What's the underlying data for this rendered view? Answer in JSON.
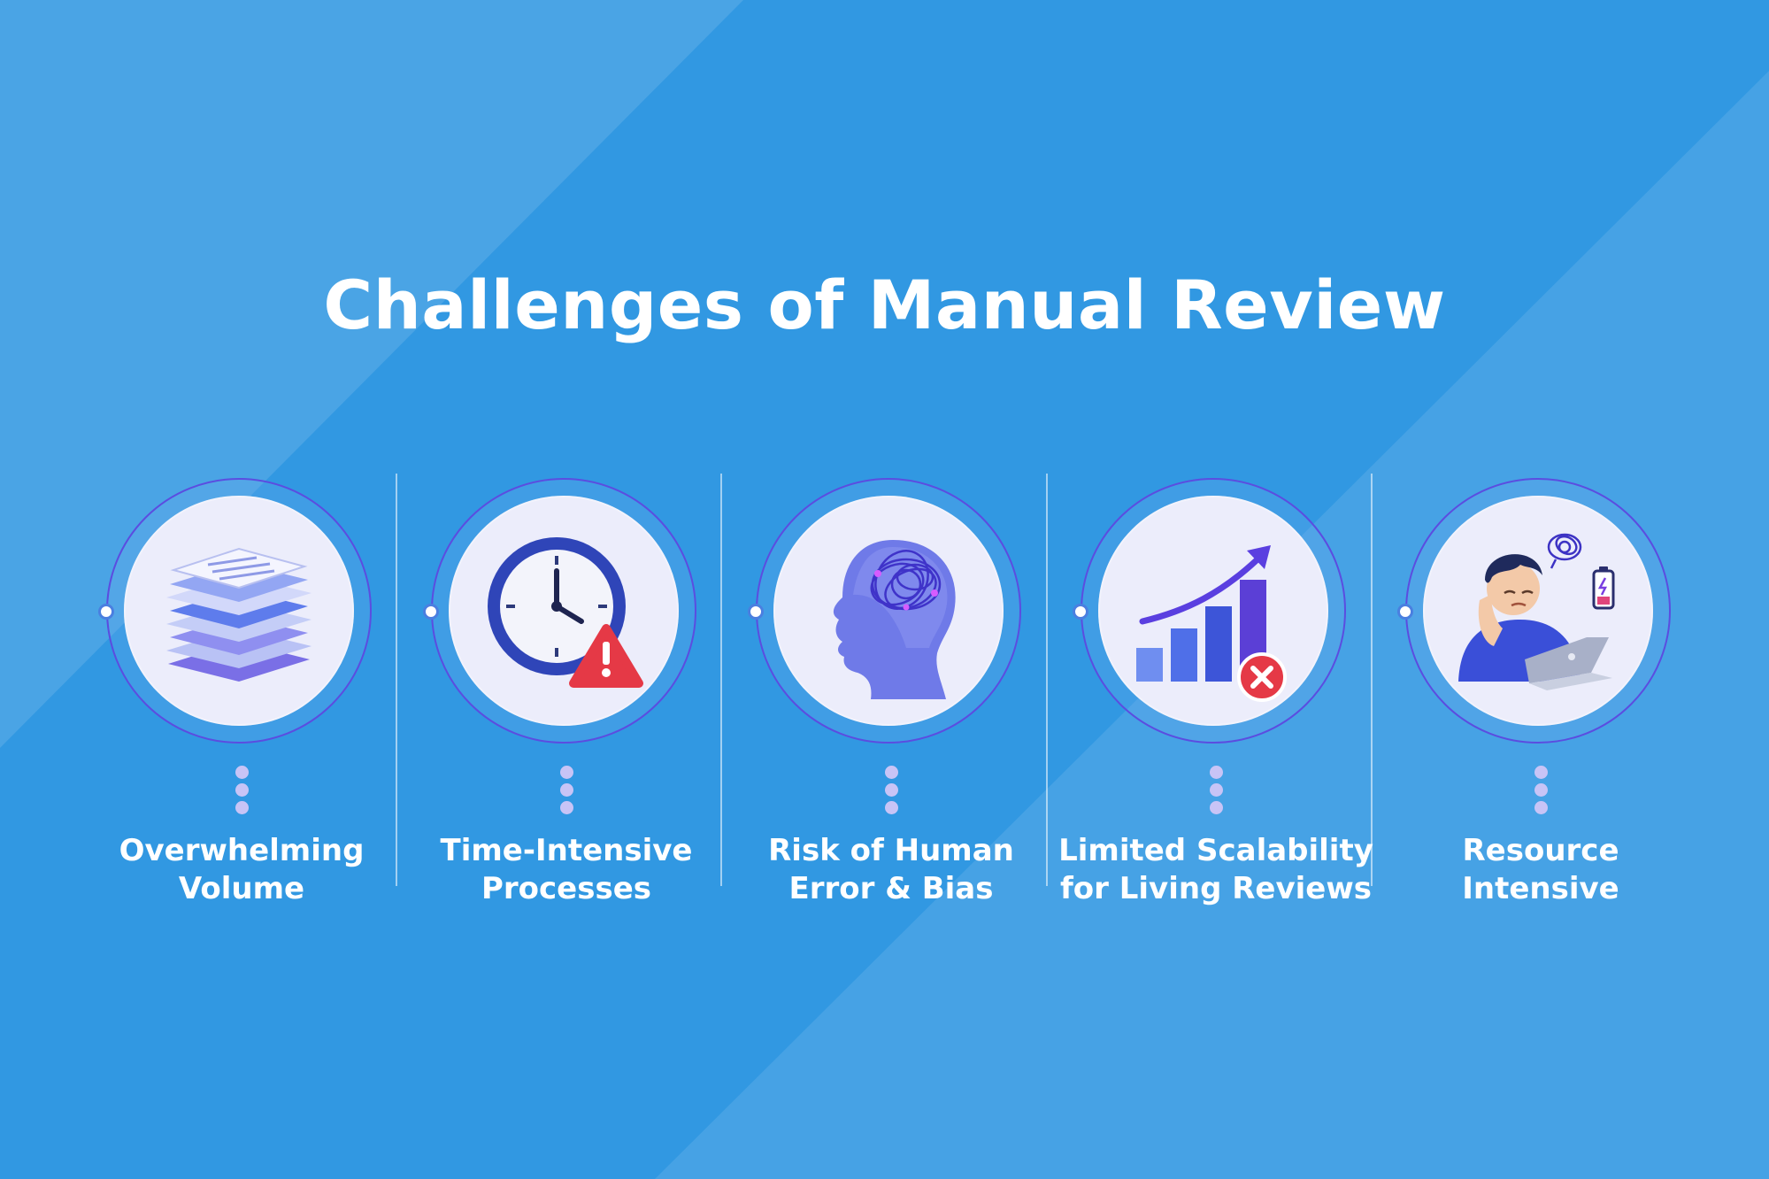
{
  "title": "Challenges of Manual Review",
  "colors": {
    "background": "#3198e2",
    "ring": "#5b4de0",
    "icon_circle": "#ecedfb",
    "dots": "#c8c4f6",
    "text": "#ffffff"
  },
  "items": [
    {
      "icon": "document-stack-icon",
      "line1": "Overwhelming",
      "line2": "Volume"
    },
    {
      "icon": "clock-warning-icon",
      "line1": "Time-Intensive",
      "line2": "Processes"
    },
    {
      "icon": "tangled-brain-head-icon",
      "line1": "Risk of Human",
      "line2": "Error & Bias"
    },
    {
      "icon": "growth-chart-error-icon",
      "line1": "Limited Scalability",
      "line2": "for Living Reviews"
    },
    {
      "icon": "exhausted-person-laptop-icon",
      "line1": "Resource",
      "line2": "Intensive"
    }
  ]
}
